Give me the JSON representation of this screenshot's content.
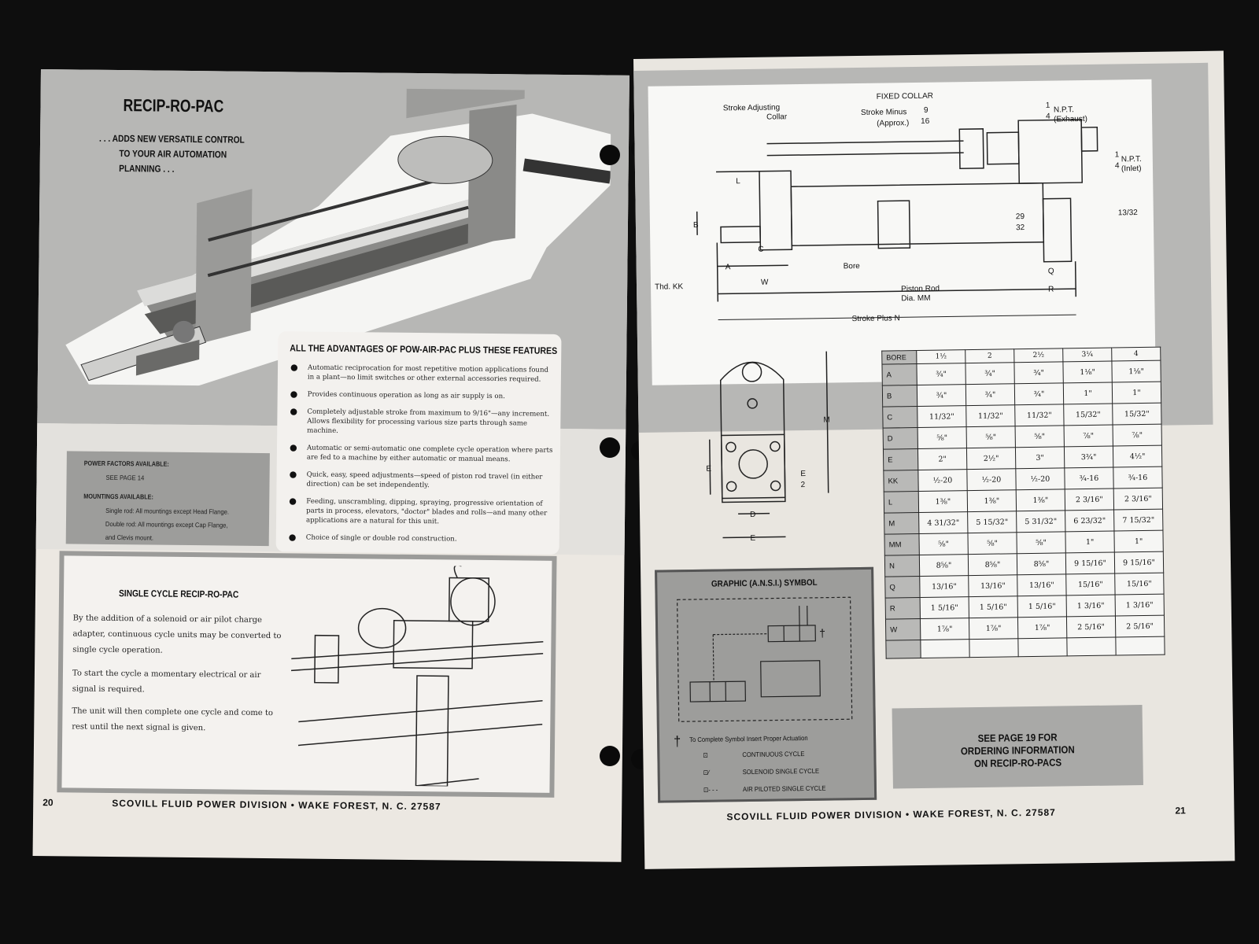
{
  "left_page": {
    "title": "RECIP-RO-PAC",
    "subtitle_lines": [
      ". . . ADDS NEW VERSATILE CONTROL",
      "TO YOUR AIR AUTOMATION",
      "PLANNING . . ."
    ],
    "features_title": "ALL THE ADVANTAGES OF POW-AIR-PAC PLUS THESE FEATURES",
    "features": [
      "Automatic reciprocation for most repetitive motion applications found in a plant—no limit switches or other external accessories required.",
      "Provides continuous operation as long as air supply is on.",
      "Completely adjustable stroke from maximum to 9/16\"—any increment. Allows flexibility for processing various size parts through same machine.",
      "Automatic or semi-automatic one complete cycle operation where parts are fed to a machine by either automatic or manual means.",
      "Quick, easy, speed adjustments—speed of piston rod travel (in either direction) can be set independently.",
      "Feeding, unscrambling, dipping, spraying, progressive orientation of parts in process, elevators, \"doctor\" blades and rolls—and many other applications are a natural for this unit.",
      "Choice of single or double rod construction."
    ],
    "power_factors_title": "POWER FACTORS AVAILABLE:",
    "power_factors_value": "SEE PAGE 14",
    "mountings_title": "MOUNTINGS AVAILABLE:",
    "mountings_lines": [
      "Single rod: All mountings except Head Flange.",
      "Double rod: All mountings except Cap Flange,",
      "and Clevis mount."
    ],
    "single_cycle_title": "SINGLE CYCLE RECIP-RO-PAC",
    "single_cycle_paragraphs": [
      "By the addition of a solenoid or air pilot charge adapter, continuous cycle units may be converted to single cycle operation.",
      "To start the cycle a momentary electrical or air signal is required.",
      "The unit will then complete one cycle and come to rest until the next signal is given."
    ],
    "page_number": "20",
    "footer": "SCOVILL FLUID POWER DIVISION • WAKE FOREST, N. C. 27587"
  },
  "right_page": {
    "drawing_labels": {
      "fixed_collar": "FIXED COLLAR",
      "stroke_adjusting": "Stroke Adjusting",
      "collar": "Collar",
      "stroke_minus": "Stroke Minus",
      "approx": "(Approx.)",
      "frac_9": "9",
      "frac_16": "16",
      "npt_exhaust_num": "1",
      "npt_exhaust_den": "4",
      "npt_exhaust": "N.P.T.",
      "exhaust": "(Exhaust)",
      "npt_inlet_num": "1",
      "npt_inlet_den": "4",
      "npt_inlet": "N.P.T.",
      "inlet": "(Inlet)",
      "L": "L",
      "B": "B",
      "C": "C",
      "A": "A",
      "W": "W",
      "thd_kk": "Thd. KK",
      "bore": "Bore",
      "piston_rod": "Piston Rod",
      "dia_mm": "Dia. MM",
      "frac_29": "29",
      "frac_32": "32",
      "frac_13_32": "13/32",
      "Q": "Q",
      "R": "R",
      "stroke_plus_n": "Stroke Plus N",
      "M": "M",
      "E": "E",
      "E2_num": "E",
      "E2_den": "2",
      "D": "D",
      "E_bottom": "E"
    },
    "table": {
      "header": [
        "BORE",
        "1½",
        "2",
        "2½",
        "3¼",
        "4"
      ],
      "rows": [
        [
          "A",
          "¾\"",
          "¾\"",
          "¾\"",
          "1⅛\"",
          "1⅛\""
        ],
        [
          "B",
          "¾\"",
          "¾\"",
          "¾\"",
          "1\"",
          "1\""
        ],
        [
          "C",
          "11/32\"",
          "11/32\"",
          "11/32\"",
          "15/32\"",
          "15/32\""
        ],
        [
          "D",
          "⅝\"",
          "⅝\"",
          "⅝\"",
          "⅞\"",
          "⅞\""
        ],
        [
          "E",
          "2\"",
          "2½\"",
          "3\"",
          "3¾\"",
          "4½\""
        ],
        [
          "KK",
          "½-20",
          "½-20",
          "½-20",
          "¾-16",
          "¾-16"
        ],
        [
          "L",
          "1⅜\"",
          "1⅜\"",
          "1⅜\"",
          "2 3/16\"",
          "2 3/16\""
        ],
        [
          "M",
          "4 31/32\"",
          "5 15/32\"",
          "5 31/32\"",
          "6 23/32\"",
          "7 15/32\""
        ],
        [
          "MM",
          "⅝\"",
          "⅝\"",
          "⅝\"",
          "1\"",
          "1\""
        ],
        [
          "N",
          "8⅝\"",
          "8⅝\"",
          "8⅝\"",
          "9 15/16\"",
          "9 15/16\""
        ],
        [
          "Q",
          "13/16\"",
          "13/16\"",
          "13/16\"",
          "15/16\"",
          "15/16\""
        ],
        [
          "R",
          "1 5/16\"",
          "1 5/16\"",
          "1 5/16\"",
          "1 3/16\"",
          "1 3/16\""
        ],
        [
          "W",
          "1⅞\"",
          "1⅞\"",
          "1⅞\"",
          "2 5/16\"",
          "2 5/16\""
        ]
      ]
    },
    "ansi": {
      "title": "GRAPHIC (A.N.S.I.) SYMBOL",
      "dagger": "†",
      "note": "To Complete Symbol Insert Proper Actuation",
      "options": [
        "CONTINUOUS CYCLE",
        "SOLENOID SINGLE CYCLE",
        "AIR PILOTED SINGLE CYCLE"
      ]
    },
    "see_page_lines": [
      "SEE PAGE 19 FOR",
      "ORDERING INFORMATION",
      "ON RECIP-RO-PACS"
    ],
    "footer": "SCOVILL FLUID POWER DIVISION • WAKE FOREST, N. C. 27587",
    "page_number": "21"
  }
}
